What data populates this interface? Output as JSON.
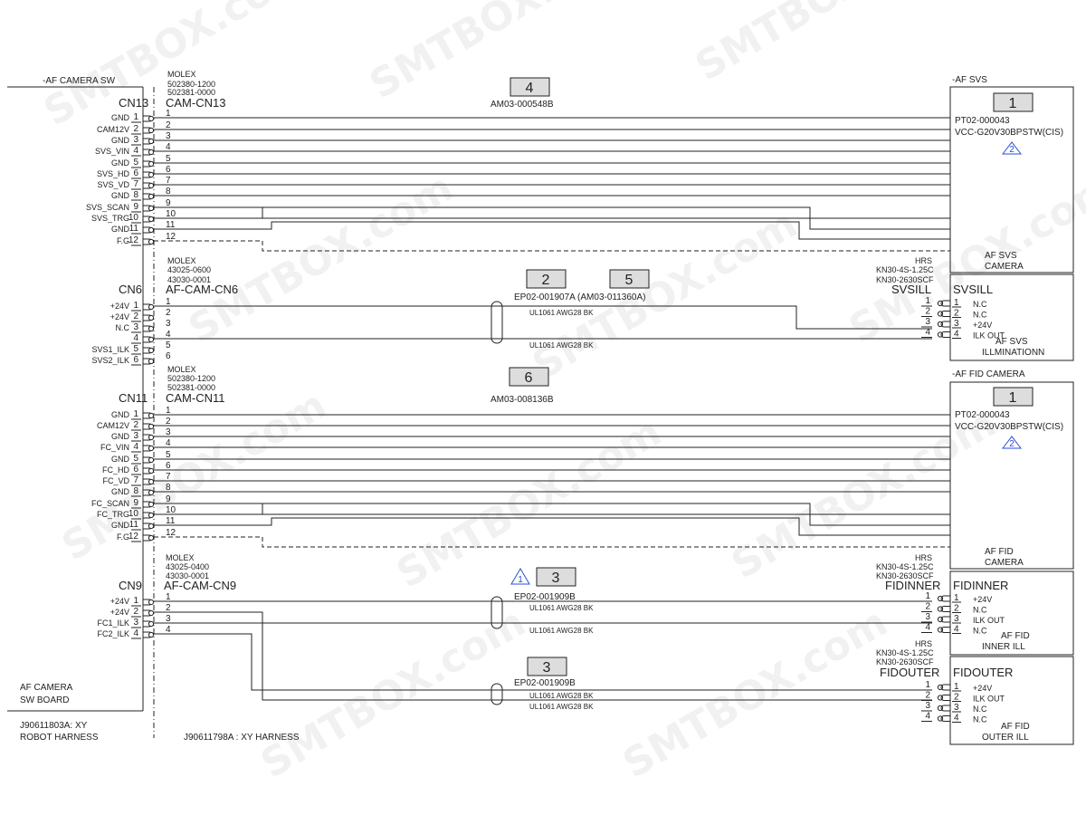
{
  "watermark": {
    "text": "SMTBOX.com"
  },
  "left_board": {
    "section_label": "-AF CAMERA SW",
    "board_name_line1": "AF CAMERA",
    "board_name_line2": "SW BOARD",
    "robot_harness_line1": "J90611803A: XY",
    "robot_harness_line2": "ROBOT HARNESS",
    "xy_harness": "J90611798A : XY HARNESS"
  },
  "blocks": {
    "cn13": {
      "maker": "MOLEX",
      "part1": "502380-1200",
      "part2": "502381-0000",
      "cn": "CN13",
      "cam": "CAM-CN13",
      "signals": [
        "GND",
        "CAM12V",
        "GND",
        "SVS_VIN",
        "GND",
        "SVS_HD",
        "SVS_VD",
        "GND",
        "SVS_SCAN",
        "SVS_TRG",
        "GND",
        "F.G"
      ],
      "pins": [
        "1",
        "2",
        "3",
        "4",
        "5",
        "6",
        "7",
        "8",
        "9",
        "10",
        "11",
        "12"
      ],
      "cable_no": "4",
      "cable_code": "AM03-000548B"
    },
    "cn6": {
      "maker": "MOLEX",
      "part1": "43025-0600",
      "part2": "43030-0001",
      "cn": "CN6",
      "cam": "AF-CAM-CN6",
      "signals": [
        "+24V",
        "+24V",
        "N.C",
        "",
        "SVS1_ILK",
        "SVS2_ILK",
        "N.C"
      ],
      "pins": [
        "1",
        "2",
        "3",
        "4",
        "5",
        "6"
      ],
      "cable_no_a": "2",
      "cable_no_b": "5",
      "cable_code": "EP02-001907A (AM03-011360A)",
      "wire1": "UL1061 AWG28 BK",
      "wire2": "UL1061 AWG28 BK",
      "hrs": "HRS",
      "hrs_p1": "KN30-4S-1.25C",
      "hrs_p2": "KN30-2630SCF",
      "target": "SVSILL",
      "target_box": "SVSILL",
      "target_pins": [
        "1",
        "2",
        "3",
        "4"
      ],
      "target_signals": [
        "N.C",
        "N.C",
        "+24V",
        "ILK OUT"
      ],
      "box_label1": "AF SVS",
      "box_label2": "ILLMINATIONN"
    },
    "cn11": {
      "maker": "MOLEX",
      "part1": "502380-1200",
      "part2": "502381-0000",
      "cn": "CN11",
      "cam": "CAM-CN11",
      "signals": [
        "GND",
        "CAM12V",
        "GND",
        "FC_VIN",
        "GND",
        "FC_HD",
        "FC_VD",
        "GND",
        "FC_SCAN",
        "FC_TRG",
        "GND",
        "F.G"
      ],
      "pins": [
        "1",
        "2",
        "3",
        "4",
        "5",
        "6",
        "7",
        "8",
        "9",
        "10",
        "11",
        "12"
      ],
      "cable_no": "6",
      "cable_code": "AM03-008136B"
    },
    "cn9": {
      "maker": "MOLEX",
      "part1": "43025-0400",
      "part2": "43030-0001",
      "cn": "CN9",
      "cam": "AF-CAM-CN9",
      "signals": [
        "+24V",
        "+24V",
        "FC1_ILK",
        "FC2_ILK"
      ],
      "pins": [
        "1",
        "2",
        "3",
        "4"
      ],
      "rev_mark": "1",
      "cable_no": "3",
      "cable_code": "EP02-001909B",
      "wire1": "UL1061 AWG28 BK",
      "wire2": "UL1061 AWG28 BK",
      "cable_no2": "3",
      "cable_code2": "EP02-001909B",
      "wire3": "UL1061 AWG28 BK",
      "wire4": "UL1061 AWG28 BK"
    }
  },
  "right": {
    "svs": {
      "section_label": "-AF SVS",
      "box_no": "1",
      "part": "PT02-000043",
      "model": "VCC-G20V30BPSTW(CIS)",
      "rev": "2",
      "label1": "AF SVS",
      "label2": "CAMERA"
    },
    "fid": {
      "section_label": "-AF FID CAMERA",
      "box_no": "1",
      "part": "PT02-000043",
      "model": "VCC-G20V30BPSTW(CIS)",
      "rev": "2",
      "label1": "AF FID",
      "label2": "CAMERA"
    },
    "fidinner": {
      "hrs": "HRS",
      "hrs_p1": "KN30-4S-1.25C",
      "hrs_p2": "KN30-2630SCF",
      "target": "FIDINNER",
      "target_box": "FIDINNER",
      "pins": [
        "1",
        "2",
        "3",
        "4"
      ],
      "signals": [
        "+24V",
        "N.C",
        "ILK OUT",
        "N.C"
      ],
      "label1": "AF FID",
      "label2": "INNER ILL"
    },
    "fidouter": {
      "hrs": "HRS",
      "hrs_p1": "KN30-4S-1.25C",
      "hrs_p2": "KN30-2630SCF",
      "target": "FIDOUTER",
      "target_box": "FIDOUTER",
      "pins": [
        "1",
        "2",
        "3",
        "4"
      ],
      "signals": [
        "+24V",
        "ILK OUT",
        "N.C",
        "N.C"
      ],
      "label1": "AF FID",
      "label2": "OUTER ILL"
    }
  }
}
